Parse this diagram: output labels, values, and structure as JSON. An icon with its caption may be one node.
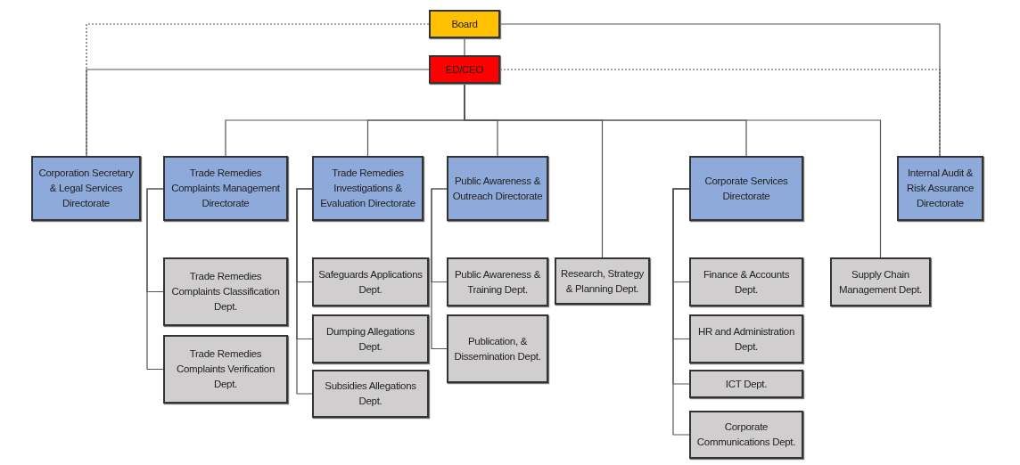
{
  "diagram": {
    "nodes": [
      {
        "text": [
          "Board"
        ]
      },
      {
        "text": [
          "ED/CEO"
        ]
      },
      {
        "text": [
          "Corporation Secretary & Legal Services Directorate"
        ]
      },
      {
        "text": [
          "Trade Remedies Complaints Management Directorate"
        ]
      },
      {
        "text": [
          "Trade Remedies Investigations & Evaluation Directorate"
        ]
      },
      {
        "text": [
          "Public Awareness & Outreach Directorate"
        ]
      },
      {
        "text": [
          "Corporate Services Directorate"
        ]
      },
      {
        "text": [
          "Internal Audit & Risk Assurance Directorate"
        ]
      },
      {
        "text": [
          "Trade Remedies Complaints Classification Dept."
        ]
      },
      {
        "text": [
          "Safeguards Applications Dept."
        ]
      },
      {
        "text": [
          "Public Awareness & Training Dept."
        ]
      },
      {
        "text": [
          "Research, Strategy & Planning Dept."
        ]
      },
      {
        "text": [
          "Finance & Accounts Dept."
        ]
      },
      {
        "text": [
          "Supply Chain Management Dept."
        ]
      },
      {
        "text": [
          "Trade Remedies Complaints Verification Dept."
        ]
      },
      {
        "text": [
          "Dumping Allegations Dept."
        ]
      },
      {
        "text": [
          "Publication, & Dissemination Dept."
        ]
      },
      {
        "text": [
          "HR and Administration Dept."
        ]
      },
      {
        "text": [
          "Subsidies Allegations Dept."
        ]
      },
      {
        "text": [
          "ICT Dept."
        ]
      },
      {
        "text": [
          "Corporate Communications Dept."
        ]
      }
    ],
    "edges": [
      {
        "from": 0,
        "to": 1,
        "arrow": "none"
      },
      {
        "from": 0,
        "to": 2,
        "arrow": "none",
        "style": "dashed"
      },
      {
        "from": 1,
        "to": 2,
        "arrow": "none"
      },
      {
        "from": 0,
        "to": 7,
        "arrow": "none"
      },
      {
        "from": 1,
        "to": 7,
        "arrow": "none",
        "style": "dashed"
      },
      {
        "from": 1,
        "to": 3,
        "arrow": "none"
      },
      {
        "from": 1,
        "to": 4,
        "arrow": "none"
      },
      {
        "from": 1,
        "to": 5,
        "arrow": "none"
      },
      {
        "from": 1,
        "to": 11,
        "arrow": "none"
      },
      {
        "from": 1,
        "to": 6,
        "arrow": "none"
      },
      {
        "from": 1,
        "to": 13,
        "arrow": "none"
      },
      {
        "from": 3,
        "to": 8,
        "arrow": "none"
      },
      {
        "from": 3,
        "to": 14,
        "arrow": "none"
      },
      {
        "from": 4,
        "to": 9,
        "arrow": "none"
      },
      {
        "from": 4,
        "to": 15,
        "arrow": "none"
      },
      {
        "from": 4,
        "to": 18,
        "arrow": "none"
      },
      {
        "from": 5,
        "to": 10,
        "arrow": "none"
      },
      {
        "from": 5,
        "to": 16,
        "arrow": "none"
      },
      {
        "from": 6,
        "to": 12,
        "arrow": "none"
      },
      {
        "from": 6,
        "to": 17,
        "arrow": "none"
      },
      {
        "from": 6,
        "to": 19,
        "arrow": "none"
      },
      {
        "from": 6,
        "to": 20,
        "arrow": "none"
      }
    ]
  }
}
